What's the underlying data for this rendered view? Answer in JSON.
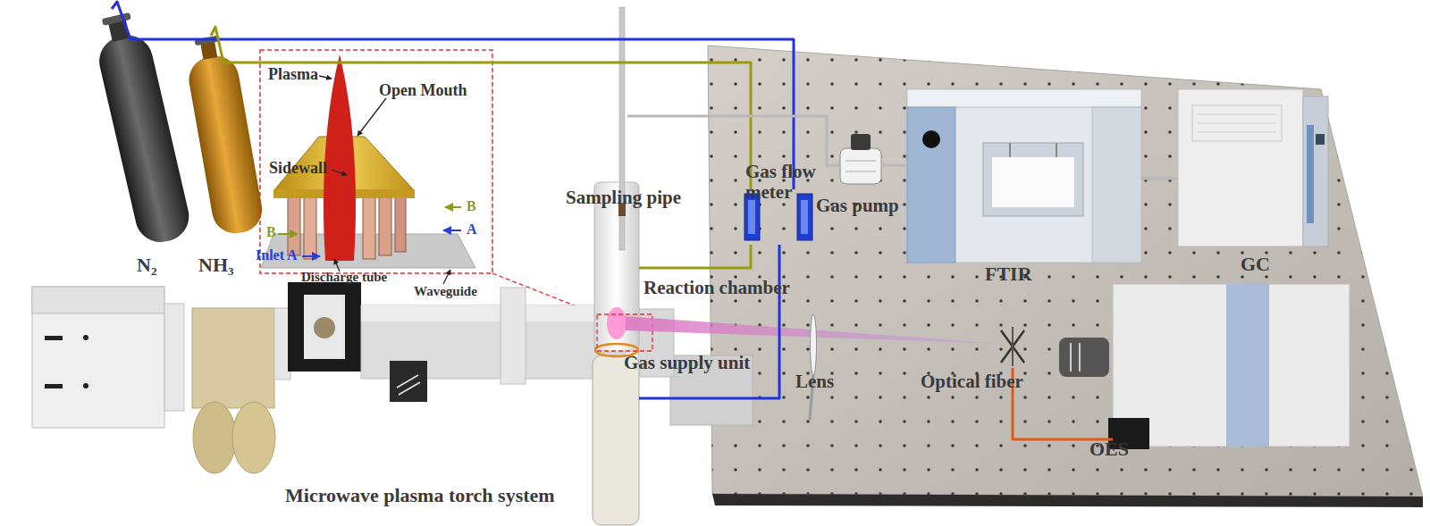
{
  "diagram": {
    "nodes": [
      {
        "text": [
          "N₂"
        ]
      },
      {
        "text": [
          "NH₃"
        ]
      },
      {
        "text": [
          "Sampling pipe"
        ]
      },
      {
        "text": [
          "Gas flow meter"
        ]
      },
      {
        "text": [
          "Gas pump"
        ]
      },
      {
        "text": [
          "FTIR"
        ]
      },
      {
        "text": [
          "GC"
        ]
      },
      {
        "text": [
          "Reaction chamber"
        ]
      },
      {
        "text": [
          "Optical fiber"
        ]
      },
      {
        "text": [
          "OES"
        ]
      },
      {
        "text": [
          "Gas supply unit"
        ]
      }
    ],
    "edges": [
      {
        "from": 0,
        "to": 3,
        "arrow": "none"
      },
      {
        "from": 1,
        "to": 3,
        "arrow": "none"
      },
      {
        "from": 3,
        "to": 7,
        "arrow": "none"
      },
      {
        "from": 3,
        "to": 10,
        "arrow": "none"
      },
      {
        "from": 2,
        "to": 4,
        "arrow": "none"
      },
      {
        "from": 4,
        "to": 5,
        "arrow": "none"
      },
      {
        "from": 5,
        "to": 6,
        "arrow": "none"
      },
      {
        "from": 8,
        "to": 9,
        "arrow": "none"
      }
    ],
    "labels": [
      "Plasma",
      "Open Mouth",
      "Sidewall",
      "B",
      "B",
      "A",
      "Inlet A",
      "Discharge tube",
      "Waveguide",
      "Lens",
      "Microwave plasma torch system"
    ]
  }
}
